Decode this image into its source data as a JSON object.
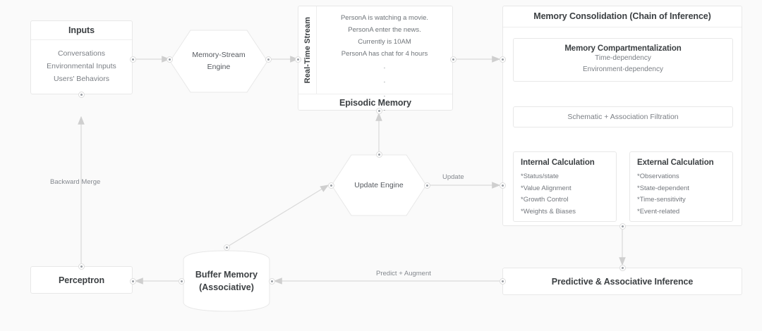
{
  "diagram": {
    "title": "Memory architecture flow diagram",
    "colors": {
      "background": "#fafafa",
      "node_fill": "#ffffff",
      "node_border": "#e8e8e8",
      "wire": "#d6d6d6",
      "title_text": "#3c4043",
      "body_text": "#7b7f85",
      "port_dot": "#9a9ea3"
    }
  },
  "inputs": {
    "title": "Inputs",
    "items": [
      "Conversations",
      "Environmental Inputs",
      "Users' Behaviors"
    ]
  },
  "memory_stream_engine": {
    "label_line1": "Memory-Stream",
    "label_line2": "Engine"
  },
  "episodic": {
    "sidebar_label": "Real-Time Stream",
    "footer_title": "Episodic Memory",
    "stream_lines": [
      "PersonA is watching a movie.",
      "PersonA enter the news.",
      "Currently is 10AM",
      "PersonA has chat for 4 hours"
    ],
    "ellipsis": "·"
  },
  "consolidation": {
    "title": "Memory Consolidation (Chain of Inference)",
    "compartmentalization": {
      "title": "Memory Compartmentalization",
      "items": [
        "Time-dependency",
        "Environment-dependency"
      ]
    },
    "filtration": {
      "label": "Schematic + Association Filtration"
    },
    "internal": {
      "title": "Internal Calculation",
      "items": [
        "*Status/state",
        "*Value Alignment",
        "*Growth Control",
        "*Weights & Biases"
      ]
    },
    "external": {
      "title": "External Calculation",
      "items": [
        "*Observations",
        "*State-dependent",
        "*Time-sensitivity",
        "*Event-related"
      ]
    }
  },
  "update_engine": {
    "label": "Update Engine"
  },
  "perceptron": {
    "title": "Perceptron"
  },
  "buffer_memory": {
    "line1": "Buffer Memory",
    "line2": "(Associative)"
  },
  "predictive": {
    "title": "Predictive & Associative Inference"
  },
  "edge_labels": {
    "backward_merge": "Backward Merge",
    "update": "Update",
    "predict_augment": "Predict + Augment"
  }
}
